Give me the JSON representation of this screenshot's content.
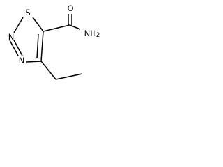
{
  "molecule": {
    "atoms": {
      "s1": "S",
      "n2": "N",
      "n3": "N",
      "o": "O",
      "nh2": "NH2"
    }
  }
}
